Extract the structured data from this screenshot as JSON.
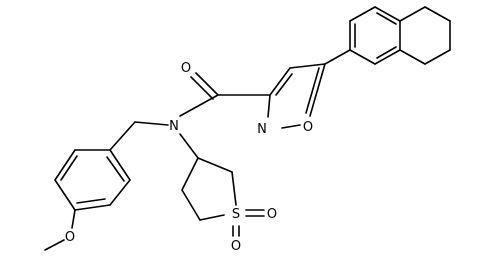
{
  "diagram": {
    "type": "chemical-structure",
    "atom_labels": {
      "carbonyl_oxygen": "O",
      "amide_nitrogen": "N",
      "isoxazole_nitrogen": "N",
      "isoxazole_oxygen": "O",
      "methoxy_oxygen": "O",
      "sulfur": "S",
      "sulfone_oxygen_1": "O",
      "sulfone_oxygen_2": "O"
    },
    "colors": {
      "bond": "#000000",
      "background": "#ffffff"
    }
  }
}
